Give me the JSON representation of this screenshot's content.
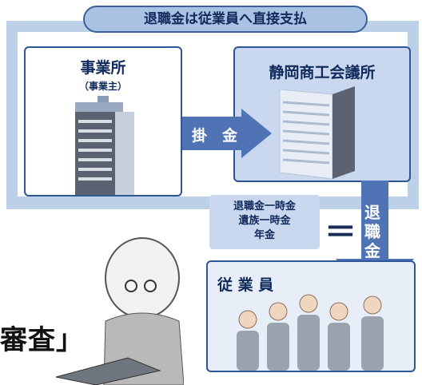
{
  "title": "退職金は従業員へ直接支払",
  "office": {
    "name": "事業所",
    "sub": "（事業主）"
  },
  "chamber": {
    "name": "静岡商工会議所"
  },
  "contribution": {
    "label": "掛　金"
  },
  "payments": {
    "line1": "退職金一時金",
    "line2": "遺族一時金",
    "line3": "年金",
    "equals": "＝"
  },
  "retirement": {
    "chars": [
      "退",
      "職",
      "金"
    ]
  },
  "employees": {
    "label": "従 業 員"
  },
  "partial_text": "審査」",
  "colors": {
    "frame": "#bcd0e8",
    "border": "#2e5594",
    "arrow": "#4f73b4",
    "box_fill": "#c9d8ee",
    "text": "#102a5c"
  }
}
